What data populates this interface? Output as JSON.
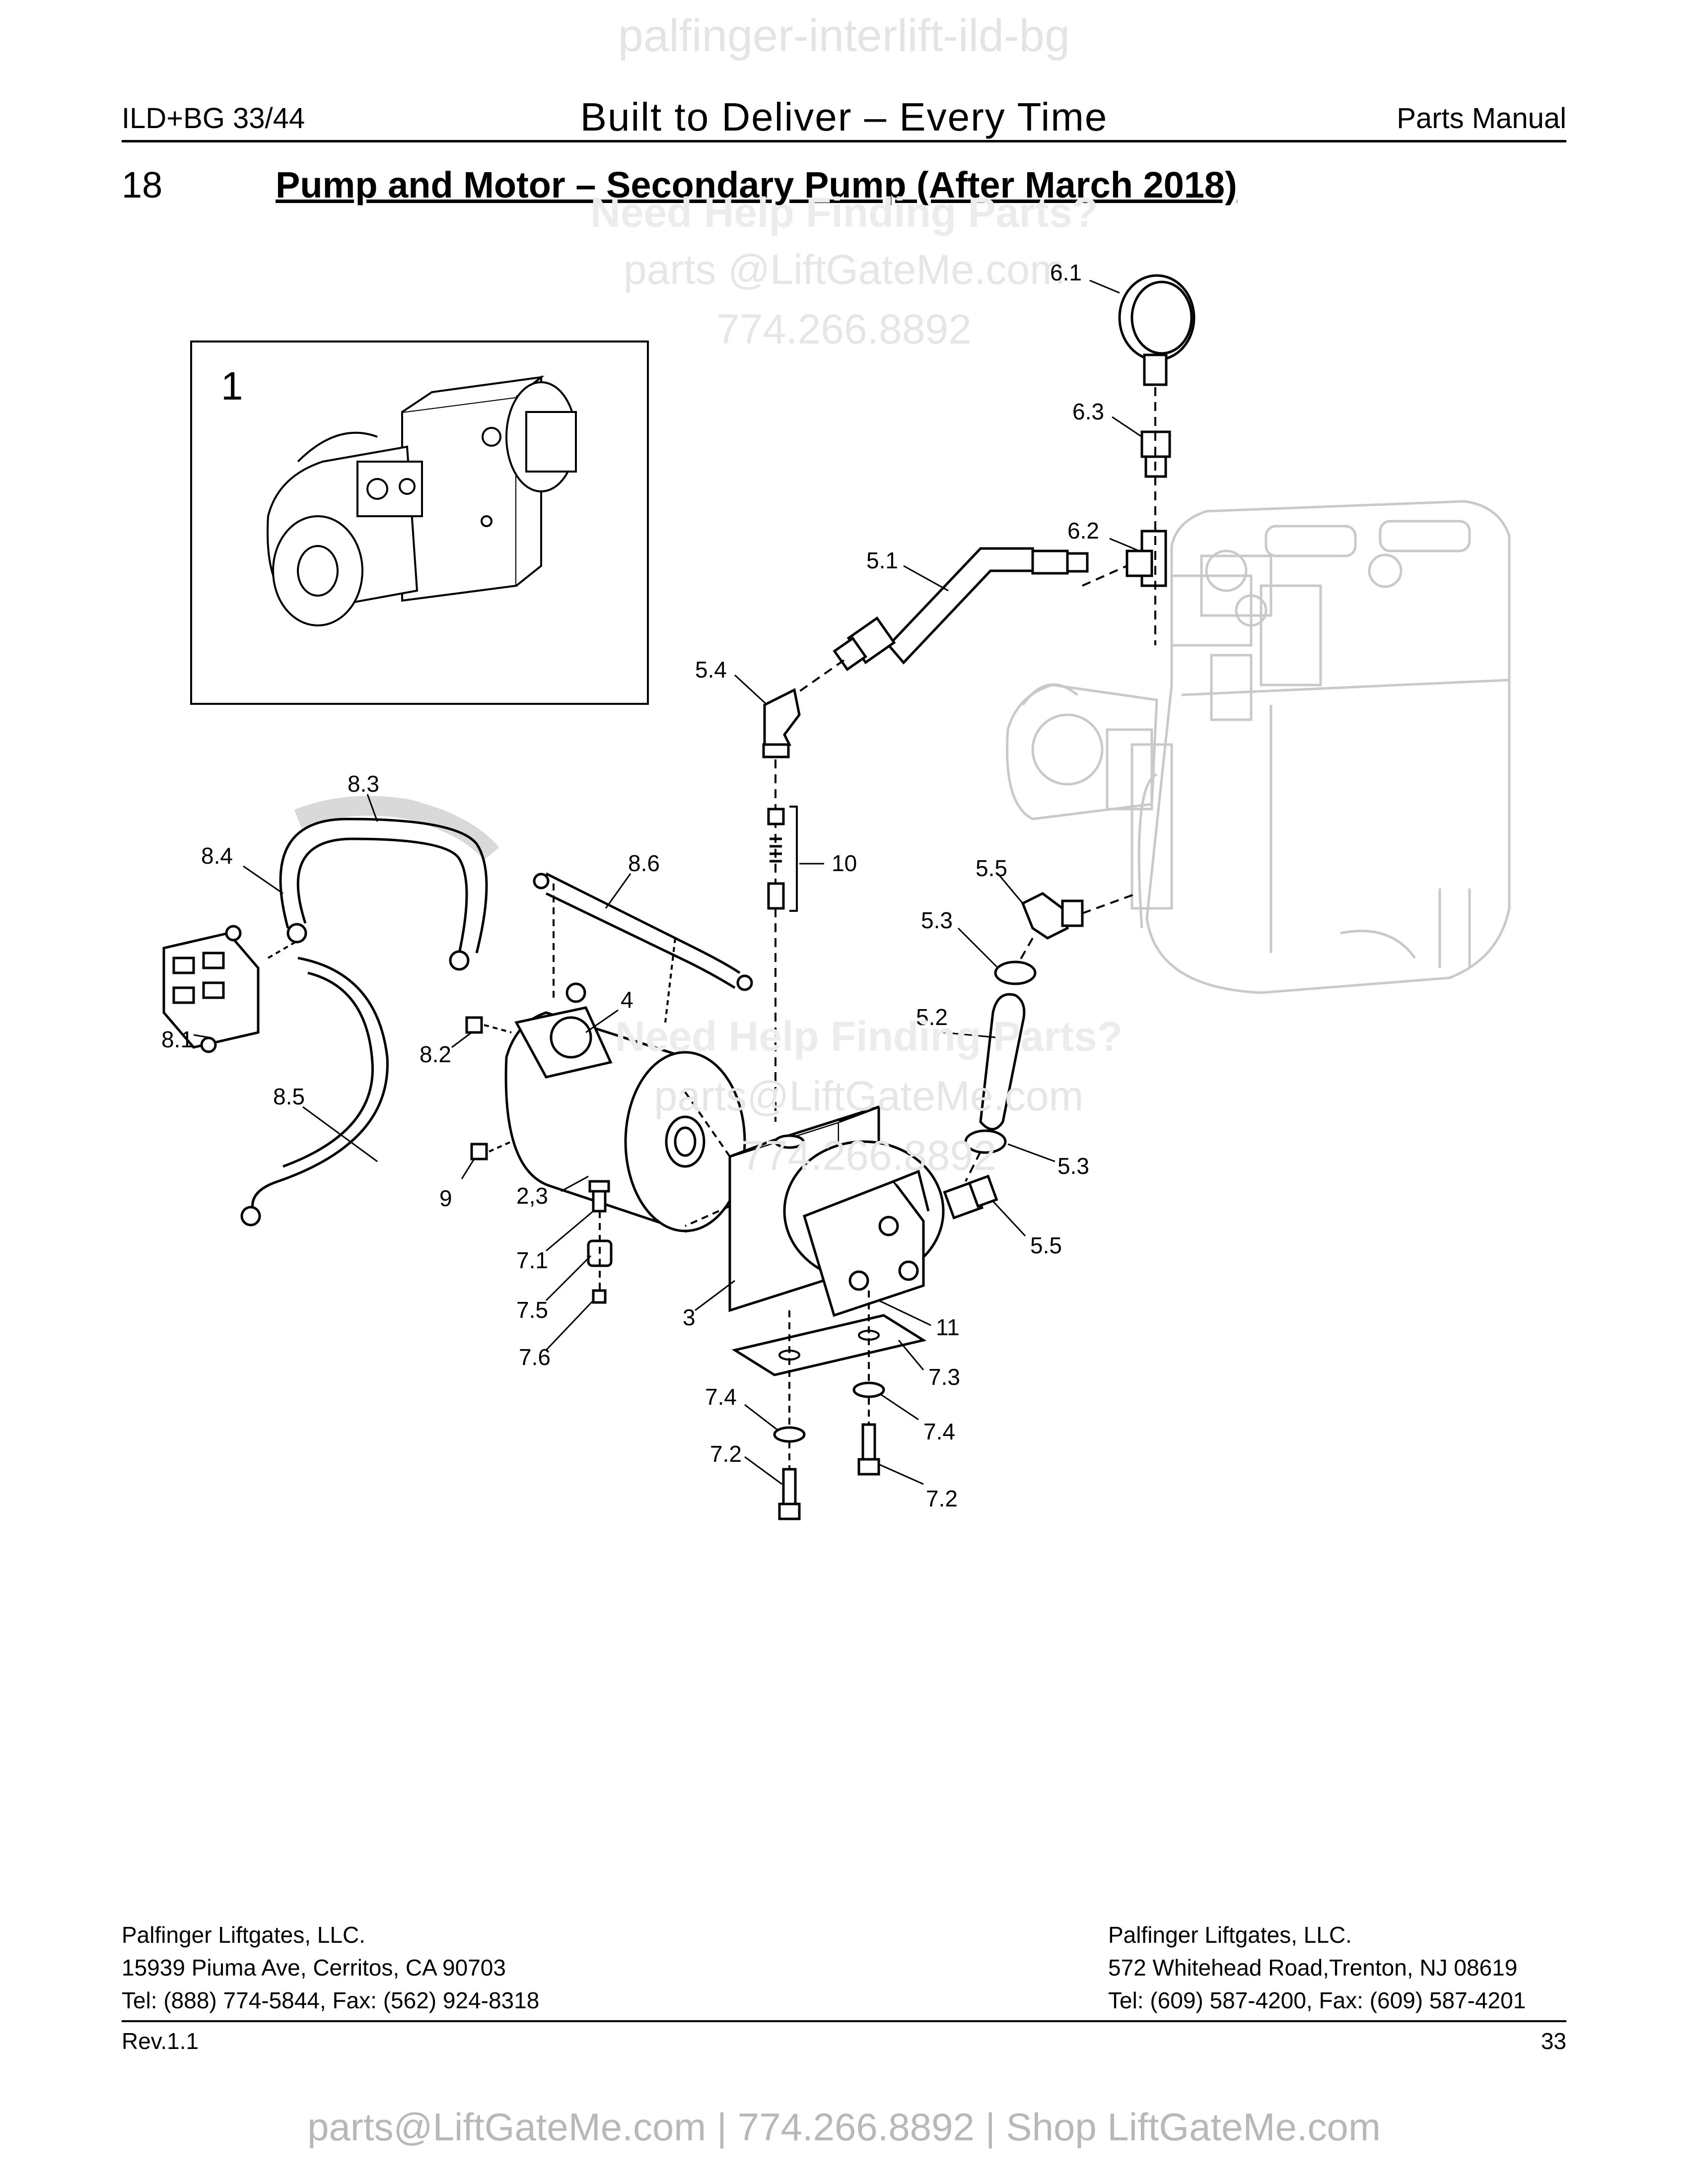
{
  "watermarks": {
    "top": "palfinger-interlift-ild-bg",
    "help_1": "Need Help Finding Parts?",
    "email_1": "parts @LiftGateMe.com",
    "phone_1": "774.266.8892",
    "help_2": "Need Help Finding Parts?",
    "email_2": "parts@LiftGateMe.com",
    "phone_2": "774.266.8892",
    "bottom": "parts@LiftGateMe.com | 774.266.8892 | Shop LiftGateMe.com"
  },
  "header": {
    "left": "ILD+BG 33/44",
    "center": "Built to Deliver – Every Time",
    "right": "Parts Manual"
  },
  "section": {
    "number": "18",
    "title": "Pump and Motor – Secondary Pump (After March 2018)"
  },
  "diagram": {
    "inset_label": "1",
    "callouts": [
      "6.1",
      "6.3",
      "6.2",
      "5.1",
      "5.4",
      "8.3",
      "8.4",
      "8.6",
      "10",
      "5.5",
      "5.3",
      "8.1",
      "8.2",
      "4",
      "5.2",
      "8.5",
      "5.3",
      "9",
      "2,3",
      "5.5",
      "7.1",
      "7.5",
      "3",
      "11",
      "7.6",
      "7.3",
      "7.4",
      "7.4",
      "7.2",
      "7.2"
    ]
  },
  "footer": {
    "left": {
      "company": "Palfinger Liftgates, LLC.",
      "address": "15939 Piuma Ave, Cerritos, CA 90703",
      "phone": "Tel: (888) 774-5844, Fax: (562) 924-8318"
    },
    "right": {
      "company": "Palfinger Liftgates, LLC.",
      "address": "572 Whitehead Road,Trenton, NJ 08619",
      "phone": "Tel: (609) 587-4200, Fax: (609) 587-4201"
    },
    "revision": "Rev.1.1",
    "page_number": "33"
  }
}
